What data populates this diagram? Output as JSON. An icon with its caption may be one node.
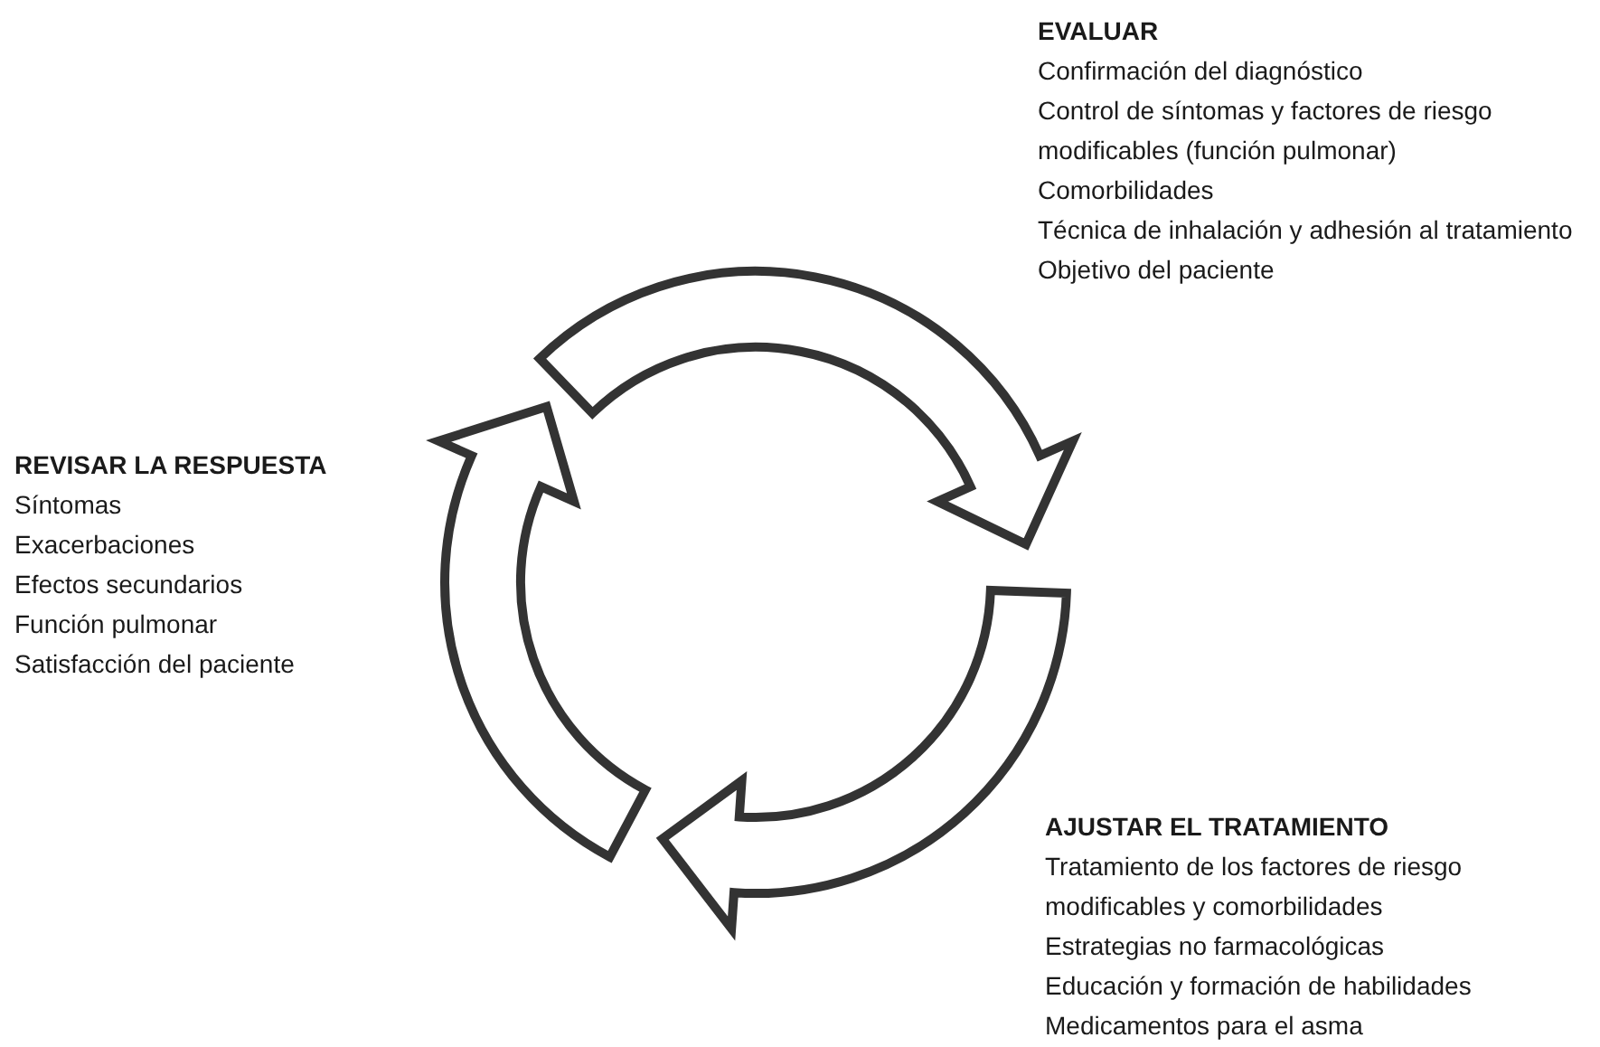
{
  "diagram": {
    "labels": [
      "EVALUAR",
      "Confirmación del diagnóstico",
      "Control de síntomas y factores de riesgo modificables (función pulmonar)",
      "Comorbilidades",
      "Técnica de inhalación y adhesión al tratamiento",
      "Objetivo del paciente",
      "REVISAR LA RESPUESTA",
      "Síntomas",
      "Exacerbaciones",
      "Efectos secundarios",
      "Función pulmonar",
      "Satisfacción del paciente",
      "AJUSTAR EL TRATAMIENTO",
      "Tratamiento de los factores de riesgo modificables y comorbilidades",
      "Estrategias no farmacológicas",
      "Educación y formación de habilidades",
      "Medicamentos para el asma"
    ]
  }
}
